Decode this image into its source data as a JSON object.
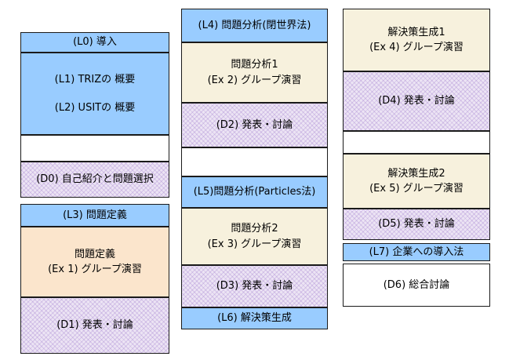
{
  "column1": {
    "l0": "(L0) 導入",
    "l1": "(L1) TRIZの 概要",
    "l2": "(L2) USITの 概要",
    "d0": "(D0) 自己紹介と問題選択",
    "l3": "(L3) 問題定義",
    "ex1_title": "問題定義",
    "ex1_sub": "(Ex 1) グループ演習",
    "d1": "(D1) 発表・討論"
  },
  "column2": {
    "l4": "(L4) 問題分析(閉世界法)",
    "ex2_title": "問題分析1",
    "ex2_sub": "(Ex 2) グループ演習",
    "d2": "(D2) 発表・討論",
    "l5": "(L5)問題分析(Particles法)",
    "ex3_title": "問題分析2",
    "ex3_sub": "(Ex 3) グループ演習",
    "d3": "(D3) 発表・討論",
    "l6": "(L6) 解決策生成"
  },
  "column3": {
    "ex4_title": "解決策生成1",
    "ex4_sub": "(Ex 4) グループ演習",
    "d4": "(D4) 発表・討論",
    "ex5_title": "解決策生成2",
    "ex5_sub": "(Ex 5) グループ演習",
    "d5": "(D5) 発表・討論",
    "l7": "(L7) 企業への導入法",
    "d6": "(D6) 総合討論"
  },
  "colors": {
    "lecture": "#99ccff",
    "exercise": "#f7f1dd",
    "exercise_first": "#fbe5cc",
    "discussion": "#ece4f4",
    "blank": "#ffffff"
  }
}
